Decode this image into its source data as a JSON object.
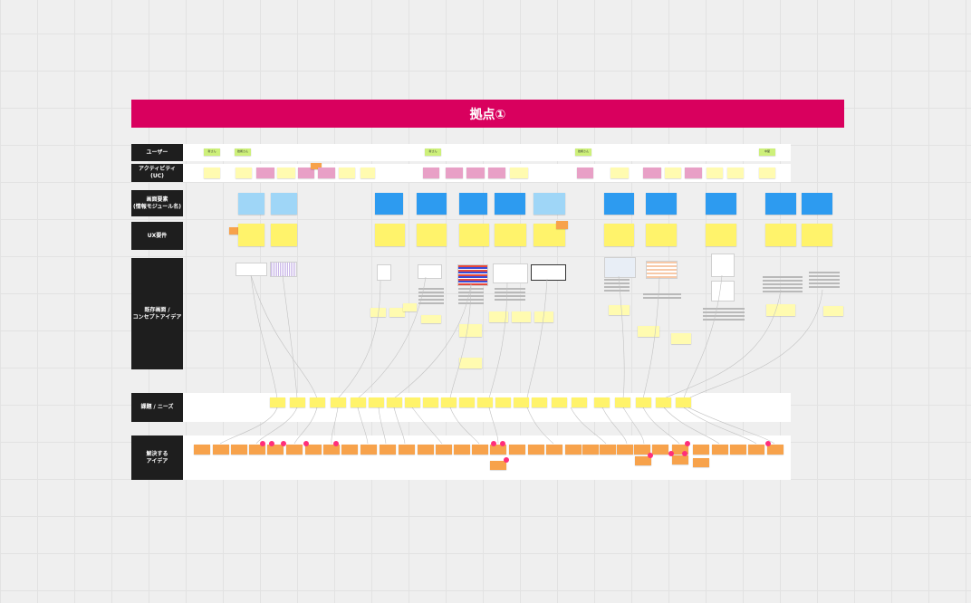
{
  "board": {
    "title": "拠点①",
    "rows": {
      "user": "ユーザー",
      "activity": "アクティビティ\n(UC)",
      "screen": "画面要素\n(情報モジュール名)",
      "ux": "UX要件",
      "existing": "既存画面 /\nコンセプトアイデア",
      "issues": "課題 / ニーズ",
      "ideas": "解決する\nアイデア"
    },
    "users": [
      "新さん",
      "技術さん",
      "新さん",
      "技術さん",
      "中堅"
    ]
  },
  "colors": {
    "banner": "#d9005e",
    "row_label_bg": "#1e1e1e",
    "sticky_green": "#cdf07a",
    "sticky_yellow": "#fff36b",
    "sticky_pink": "#e8a0c6",
    "sticky_blue": "#2d9bf0",
    "sticky_orange": "#f7a24b",
    "marker_dot": "#ff2e7a"
  }
}
